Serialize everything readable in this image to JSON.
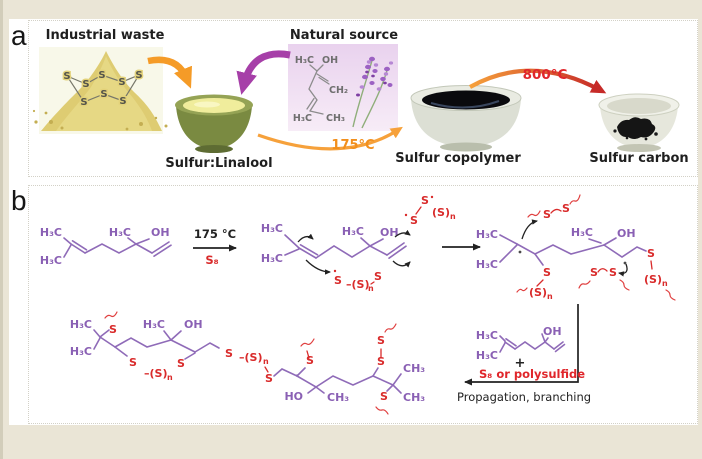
{
  "figure": {
    "panel_a_label": "a",
    "panel_b_label": "b"
  },
  "panel_a": {
    "industrial_waste": "Industrial waste",
    "natural_source": "Natural source",
    "sulfur_linalool": "Sulfur:Linalool",
    "sulfur_copolymer": "Sulfur copolymer",
    "sulfur_carbon": "Sulfur carbon",
    "temp_low": "175°C",
    "temp_high": "800°C"
  },
  "panel_b": {
    "step1_temp": "175 °C",
    "step1_reagent": "S₈",
    "plus": "+",
    "s8_or_polysulfide": "S₈ or polysulfide",
    "propagation": "Propagation, branching"
  },
  "atoms": {
    "h3c": "H₃C",
    "ch3": "CH₃",
    "ch2": "CH₂",
    "oh": "OH",
    "ho": "HO",
    "s": "S",
    "s8": "S₈",
    "s_chain": "(S)",
    "s_chain_dash": "–(S)",
    "sub_n": "n",
    "plus": "+"
  },
  "colors": {
    "background": "#eae5d6",
    "panel_bg": "#ffffff",
    "purple_structure": "#8f6bb8",
    "red_sulfur": "#d92b2b",
    "orange_arrow": "#f59b27",
    "purple_arrow": "#a63fa8",
    "hot_arrow_end": "#c62a28",
    "gray_structure": "#8c8c8c",
    "bowl_green": "#7a8a41",
    "powder_yellow": "#decc72"
  }
}
